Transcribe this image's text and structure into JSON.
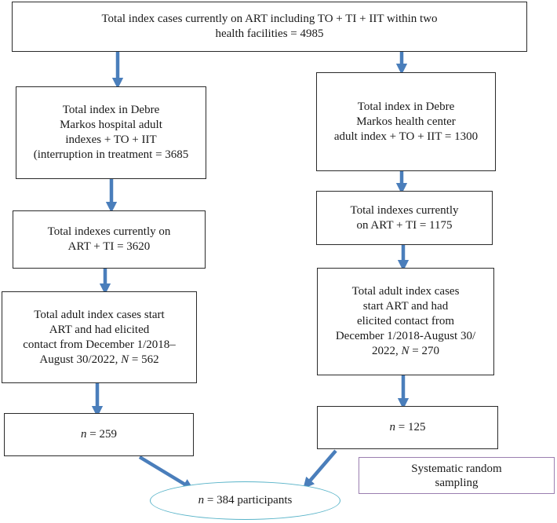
{
  "colors": {
    "arrow": "#4a7ebb",
    "border": "#2a2a2a",
    "ellipse": "#5ab4c9",
    "note_border": "#9b7fb0"
  },
  "top": {
    "lines": [
      "Total index cases currently on ART including TO + TI + IIT within two",
      "health facilities = 4985"
    ]
  },
  "left": {
    "box1": {
      "lines": [
        "Total index in Debre",
        "Markos hospital adult",
        "indexes + TO + IIT",
        "(interruption in treatment = 3685"
      ]
    },
    "box2": {
      "lines": [
        "Total indexes currently on",
        "ART + TI = 3620"
      ]
    },
    "box3": {
      "lines": [
        "Total adult index cases start",
        "ART and had elicited",
        "contact from December 1/2018–"
      ],
      "last_pre": "August 30/2022, ",
      "last_var": "N",
      "last_post": " = 562"
    },
    "box4": {
      "var": "n",
      "post": " = 259"
    }
  },
  "right": {
    "box1": {
      "lines": [
        "Total index in Debre",
        "Markos health center",
        "adult index + TO + IIT = 1300"
      ]
    },
    "box2": {
      "lines": [
        "Total indexes currently",
        "on ART + TI = 1175"
      ]
    },
    "box3": {
      "lines": [
        "Total adult index cases",
        "start ART and had",
        "elicited contact from",
        "December 1/2018-August 30/"
      ],
      "last_pre": "2022, ",
      "last_var": "N",
      "last_post": " = 270"
    },
    "box4": {
      "var": "n",
      "post": " = 125"
    }
  },
  "note": {
    "lines": [
      "Systematic random",
      "sampling"
    ]
  },
  "final": {
    "var": "n",
    "post": " = 384 participants"
  }
}
